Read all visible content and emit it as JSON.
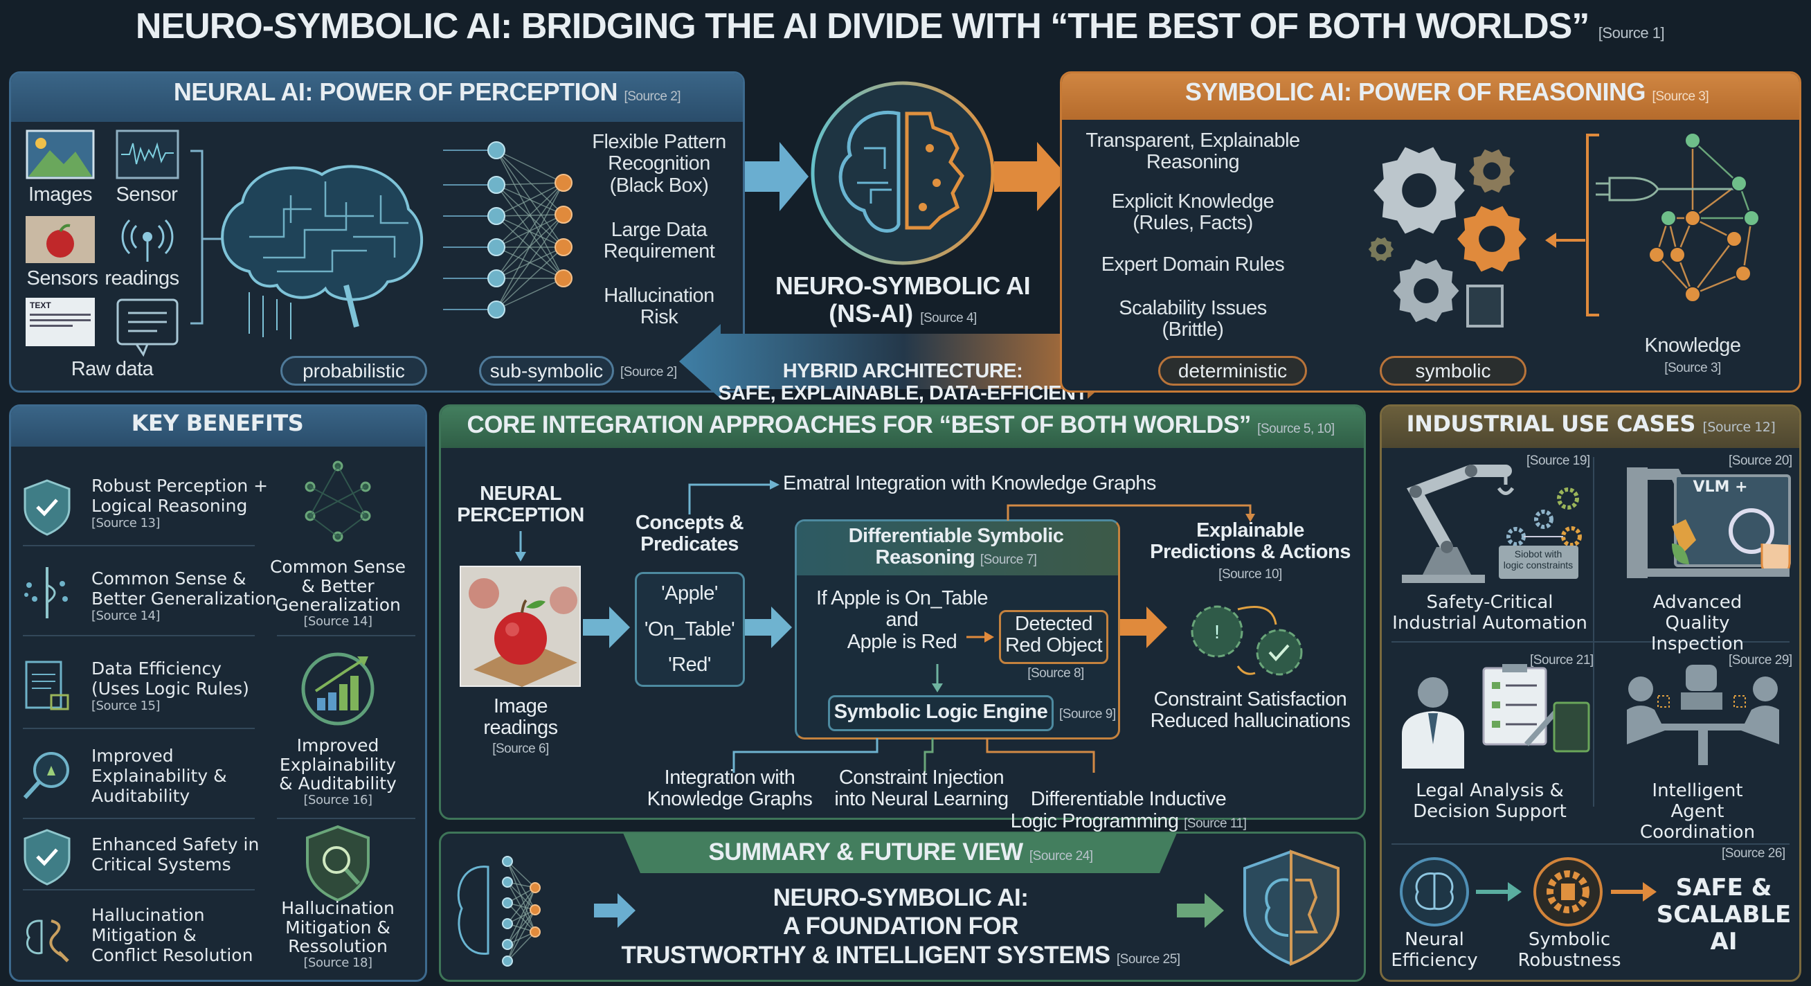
{
  "title": {
    "text": "NEURO-SYMBOLIC AI: BRIDGING THE AI DIVIDE WITH “THE BEST OF BOTH WORLDS”",
    "source": "[Source 1]"
  },
  "neural": {
    "header": "NEURAL AI: POWER OF PERCEPTION",
    "source": "[Source 2]",
    "inputs": [
      "Images",
      "Sensor",
      "Sensors",
      "readings"
    ],
    "text_icon_label": "TEXT",
    "raw_data": "Raw data",
    "traits": [
      "Flexible Pattern\nRecognition\n(Black Box)",
      "Large Data\nRequirement",
      "Hallucination\nRisk"
    ],
    "tags": [
      "probabilistic",
      "sub-symbolic"
    ],
    "tag_source": "[Source 2]"
  },
  "center": {
    "title": "NEURO-SYMBOLIC AI",
    "subtitle": "(NS-AI)",
    "source": "[Source 4]",
    "hybrid_line1": "HYBRID ARCHITECTURE:",
    "hybrid_line2": "SAFE, EXPLAINABLE, DATA-EFFICIENT"
  },
  "symbolic": {
    "header": "SYMBOLIC AI: POWER OF REASONING",
    "source": "[Source 3]",
    "traits": [
      "Transparent, Explainable\nReasoning",
      "Explicit Knowledge\n(Rules, Facts)",
      "Expert Domain Rules",
      "Scalability Issues\n(Brittle)"
    ],
    "tags": [
      "deterministic",
      "symbolic"
    ],
    "knowledge": "Knowledge",
    "knowledge_source": "[Source 3]"
  },
  "benefits": {
    "header": "KEY BENEFITS",
    "left": [
      {
        "text": "Robust Perception +\nLogical Reasoning",
        "source": "[Source 13]",
        "icon": "shield-check"
      },
      {
        "text": "Common Sense &\nBetter Generalization",
        "source": "[Source 14]",
        "icon": "network-arrows"
      },
      {
        "text": "Data Efficiency\n(Uses Logic Rules)",
        "source": "[Source 15]",
        "icon": "document-chart"
      },
      {
        "text": "Improved\nExplainability &\nAuditability",
        "source": "",
        "icon": "magnifier"
      },
      {
        "text": "Enhanced Safety in\nCritical Systems",
        "source": "",
        "icon": "shield-check"
      },
      {
        "text": "Hallucination\nMitigation &\nConflict Resolution",
        "source": "",
        "icon": "brain-path"
      }
    ],
    "right": [
      {
        "text": "Common Sense\n& Better\nGeneralization",
        "source": "[Source 14]",
        "icon": "node-graph"
      },
      {
        "text": "Improved\nExplainability\n& Auditability",
        "source": "[Source 16]",
        "icon": "growth-chart"
      },
      {
        "text": "Hallucination\nMitigation &\nRessolution",
        "source": "[Source 18]",
        "icon": "shield-magnifier"
      }
    ]
  },
  "core": {
    "header": "CORE INTEGRATION APPROACHES FOR “BEST OF BOTH WORLDS”",
    "source": "[Source 5, 10]",
    "neural_perception": "NEURAL\nPERCEPTION",
    "image_label": "Image\nreadings",
    "image_source": "[Source 6]",
    "concepts": "Concepts &\nPredicates",
    "predicates": [
      "'Apple'",
      "'On_Table'",
      "'Red'"
    ],
    "top_link": "Ematral Integration with Knowledge Graphs",
    "dsr_title": "Differentiable Symbolic",
    "dsr_title2": "Reasoning",
    "dsr_source": "[Source 7]",
    "rule": "If Apple is On_Table\nand\nApple is Red",
    "detected": "Detected\nRed Object",
    "detected_source": "[Source 8]",
    "engine": "Symbolic Logic Engine",
    "engine_source": "[Source 9]",
    "explainable": "Explainable\nPredictions & Actions",
    "explainable_source": "[Source 10]",
    "constraint": "Constraint Satisfaction\nReduced hallucinations",
    "bottom": [
      "Integration with\nKnowledge Graphs",
      "Constraint Injection\ninto Neural Learning",
      "Differentiable Inductive\nLogic Programming"
    ],
    "bottom_source": "[Source 11]"
  },
  "summary": {
    "header": "SUMMARY & FUTURE VIEW",
    "source": "[Source 24]",
    "lines": [
      "NEURO-SYMBOLIC AI:",
      "A FOUNDATION FOR",
      "TRUSTWORTHY & INTELLIGENT SYSTEMS"
    ],
    "text_source": "[Source 25]"
  },
  "industrial": {
    "header": "INDUSTRIAL USE CASES",
    "source": "[Source 12]",
    "cases": [
      {
        "label": "Safety-Critical\nIndustrial Automation",
        "source": "[Source 19]"
      },
      {
        "label": "Advanced Quality\nInspection",
        "source": "[Source 20]"
      },
      {
        "label": "Legal Analysis &\nDecision Support",
        "source": "[Source 21]"
      },
      {
        "label": "Intelligent Agent\nCoordination",
        "source": "[Source 29]"
      }
    ],
    "robot_caption": "Siobot with\nlogic constraints",
    "vlm": "VLM +",
    "flow": {
      "neural": "Neural\nEfficiency",
      "symbolic": "Symbolic\nRobustness",
      "result": "SAFE &\nSCALABLE\nAI",
      "source": "[Source 26]"
    }
  },
  "colors": {
    "background": "#141f29",
    "neural": "#3d6a8e",
    "symbolic": "#c77a35",
    "core": "#3e7558",
    "industrial": "#7a6a3e",
    "node_blue": "#6fb3c9",
    "node_orange": "#e08a3c",
    "green": "#6aa67a"
  }
}
